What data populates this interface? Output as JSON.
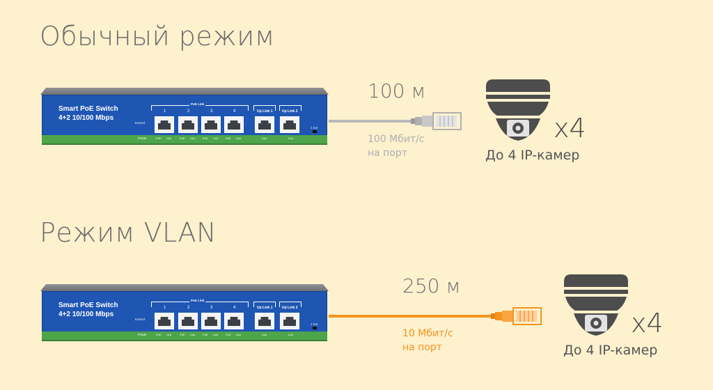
{
  "switch": {
    "title_line1": "Smart PoE Switch",
    "title_line2": "4+2 10/100 Mbps",
    "poe_label": "PoE Link",
    "uplink1": "Up Link 1",
    "uplink2": "Up Link 2",
    "ports": [
      "1",
      "2",
      "3",
      "4"
    ],
    "extend_label": "Extend",
    "power_label": "Power",
    "led_poe": "PoE",
    "led_link": "Link",
    "dip_label": "1 Ext"
  },
  "modes": [
    {
      "heading": "Обычный режим",
      "distance": "100 м",
      "speed_line1": "100 Мбит/с",
      "speed_line2": "на порт",
      "multiplier": "x4",
      "caption": "До 4 IP-камер",
      "cable_color": "#b9b9b9"
    },
    {
      "heading": "Режим VLAN",
      "distance": "250 м",
      "speed_line1": "10 Мбит/с",
      "speed_line2": "на порт",
      "multiplier": "x4",
      "caption": "До 4 IP-камер",
      "cable_color": "#f7931e"
    }
  ],
  "colors": {
    "background": "#fdf1ce",
    "switch_blue": "#1f56b3",
    "switch_green": "#4da64a",
    "vlan_orange": "#f7931e",
    "normal_gray": "#b9b9b9"
  }
}
